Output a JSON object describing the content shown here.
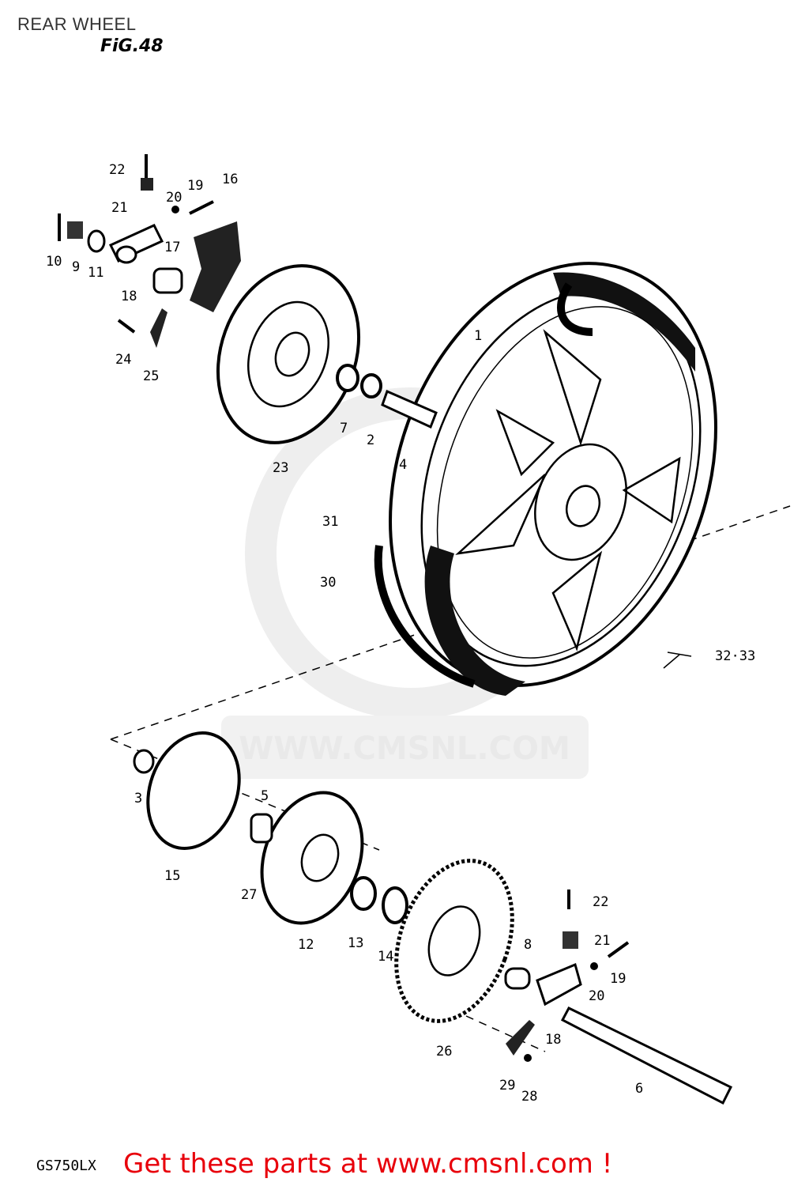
{
  "header": {
    "title": "REAR WHEEL",
    "figure": "FiG.48"
  },
  "watermark": {
    "text": "WWW.CMSNL.COM"
  },
  "parts_callouts": [
    "22",
    "21",
    "20",
    "19",
    "16",
    "10",
    "9",
    "11",
    "18",
    "17",
    "24",
    "25",
    "23",
    "7",
    "2",
    "4",
    "1",
    "31",
    "30",
    "32·33",
    "3",
    "15",
    "5",
    "27",
    "12",
    "13",
    "14",
    "26",
    "8",
    "22",
    "21",
    "19",
    "20",
    "18",
    "29",
    "28",
    "6"
  ],
  "footer": {
    "model": "GS750LX",
    "cta": "Get these parts at www.cmsnl.com !"
  },
  "colors": {
    "cta": "#e8000b",
    "watermark": "#e9e9e9",
    "line": "#000000"
  }
}
